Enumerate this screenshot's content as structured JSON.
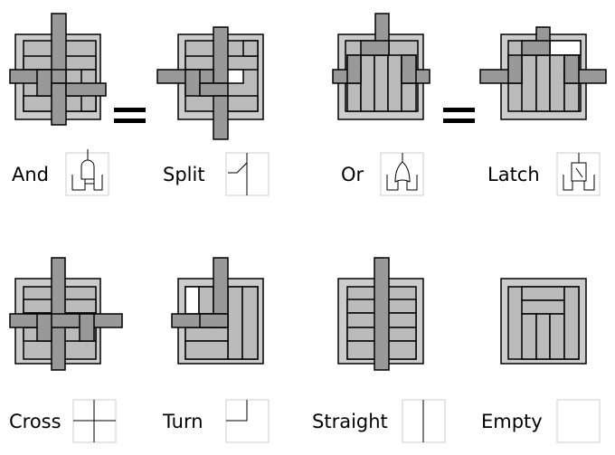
{
  "colors": {
    "frame_fill": "#cccccc",
    "inner_fill": "#bbbbbb",
    "piece_fill": "#999999",
    "stroke": "#000000",
    "icon_border": "#cccccc",
    "background": "#ffffff"
  },
  "equals_sign": "=",
  "gadgets": [
    {
      "id": "and",
      "label": "And",
      "icon": "and-gate-icon"
    },
    {
      "id": "split",
      "label": "Split",
      "icon": "split-icon"
    },
    {
      "id": "or",
      "label": "Or",
      "icon": "or-gate-icon"
    },
    {
      "id": "latch",
      "label": "Latch",
      "icon": "latch-icon"
    },
    {
      "id": "cross",
      "label": "Cross",
      "icon": "cross-icon"
    },
    {
      "id": "turn",
      "label": "Turn",
      "icon": "turn-icon"
    },
    {
      "id": "straight",
      "label": "Straight",
      "icon": "straight-icon"
    },
    {
      "id": "empty",
      "label": "Empty",
      "icon": "empty-icon"
    }
  ]
}
